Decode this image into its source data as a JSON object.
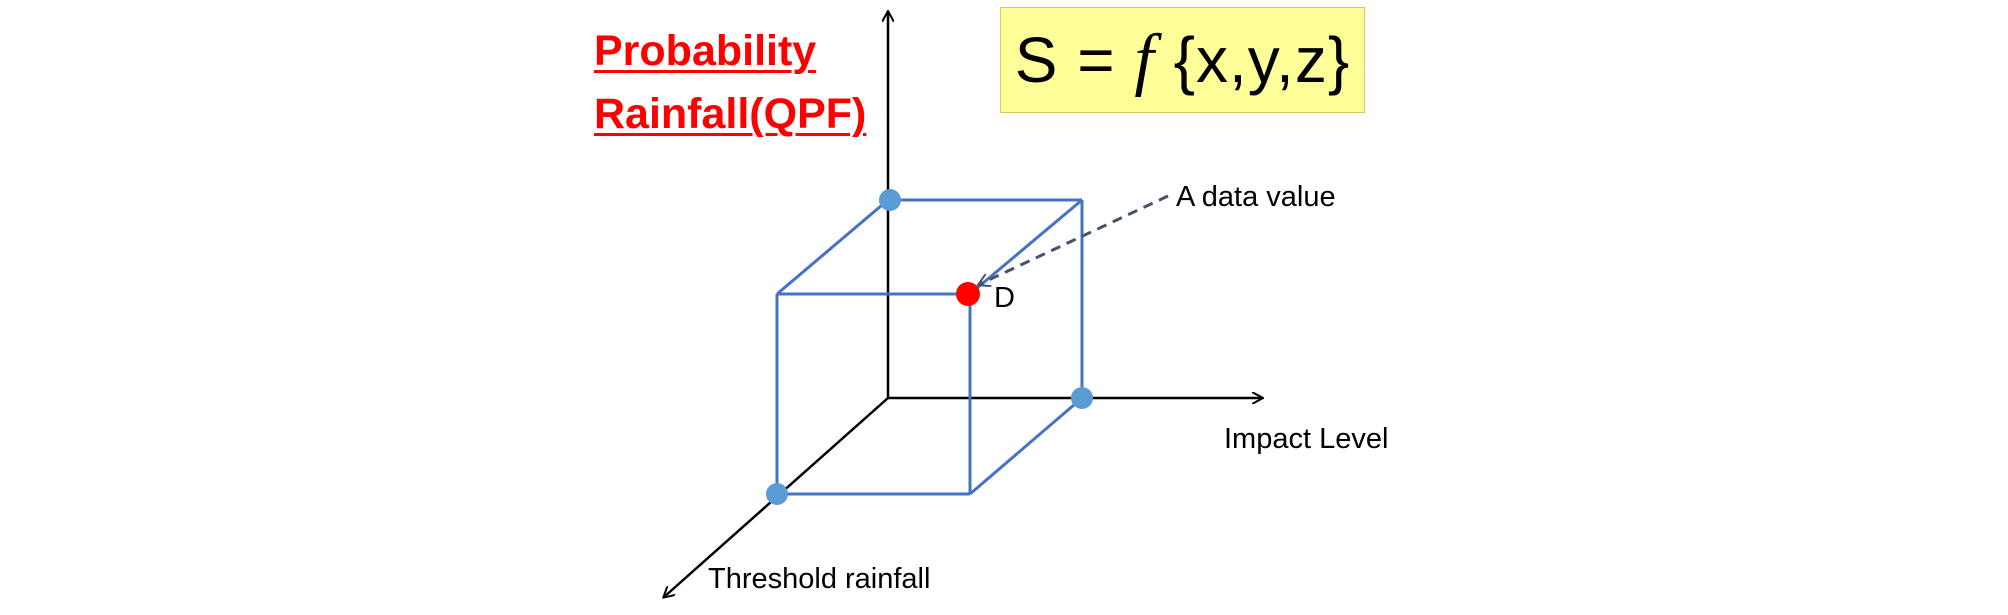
{
  "diagram": {
    "title_line1": "Probability",
    "title_line2": "Rainfall(QPF)",
    "formula": {
      "lhs": "S = ",
      "function": "f",
      "args": " {x,y,z}"
    },
    "axes": {
      "x_label": "Impact Level",
      "z_label": "Threshold rainfall"
    },
    "annotation": "A data value",
    "point_label": "D",
    "colors": {
      "title": "#ff0000",
      "cube_edges": "#4472c4",
      "axis_points": "#5b9bd5",
      "data_point": "#ff0000",
      "formula_box": "#ffff99",
      "annotation_line": "#44546a"
    }
  }
}
